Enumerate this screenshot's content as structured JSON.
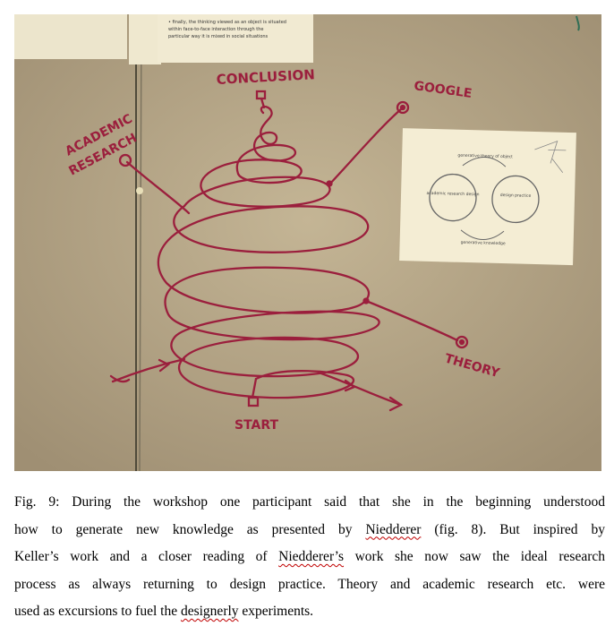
{
  "photo": {
    "labels": {
      "conclusion": "CONCLUSION",
      "google": "GOOGLE",
      "academic_research_line1": "ACADEMIC",
      "academic_research_line2": "RESEARCH",
      "theory": "THEORY",
      "start": "START"
    },
    "top_paper": {
      "line1": "• finally, the thinking viewed as an object is situated",
      "line2": "within face-to-face interaction through the",
      "line3": "particular way it is mixed in social situations"
    },
    "side_paper": {
      "left_circle": "academic research design",
      "right_circle": "design practice",
      "top_label": "generative theory of object",
      "bottom_label": "generative knowledge"
    },
    "colors": {
      "wall": "#b8a88c",
      "ink": "#9b1f3d",
      "paper": "#f3ecd2"
    }
  },
  "caption": {
    "line1": "Fig. 9: During the workshop one participant said that she in the beginning understood",
    "line2_a": "how to generate new knowledge as presented by ",
    "line2_name": "Niedderer",
    "line2_b": " (fig. 8). But inspired by",
    "line3_a": "Keller’s work and a closer reading of ",
    "line3_name": "Niedderer’s",
    "line3_b": " work she now saw the ideal research",
    "line4": "process as always returning to design practice. Theory and academic research etc. were",
    "line5_a": "used as excursions to fuel the ",
    "line5_word": "designerly",
    "line5_b": " experiments."
  }
}
